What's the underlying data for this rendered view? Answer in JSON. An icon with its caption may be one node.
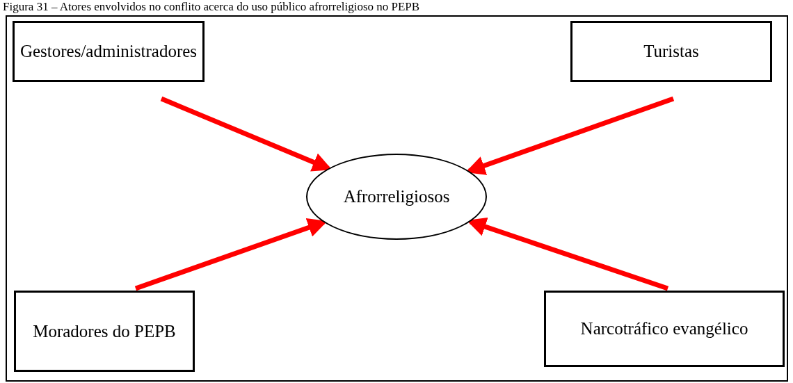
{
  "diagram": {
    "title": "Figura 31 – Atores envolvidos no conflito acerca do uso público afrorreligioso no PEPB",
    "nodes": [
      {
        "text": [
          "Gestores/administradores"
        ]
      },
      {
        "text": [
          "Turistas"
        ]
      },
      {
        "text": [
          "Afrorreligiosos"
        ]
      },
      {
        "text": [
          "Moradores do PEPB"
        ]
      },
      {
        "text": [
          "Narcotráfico evangélico"
        ]
      }
    ],
    "edges": [
      {
        "from": 0,
        "to": 2,
        "arrow": "to"
      },
      {
        "from": 1,
        "to": 2,
        "arrow": "to"
      },
      {
        "from": 3,
        "to": 2,
        "arrow": "to"
      },
      {
        "from": 4,
        "to": 2,
        "arrow": "to"
      }
    ]
  }
}
